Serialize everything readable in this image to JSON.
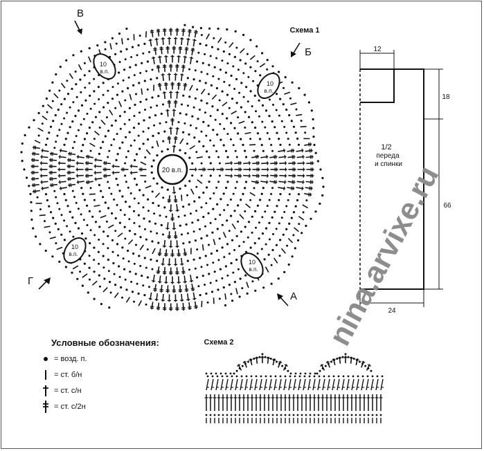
{
  "scheme1": {
    "title": "Схема 1",
    "center_label": "20 в.п.",
    "corner_label": "10 в.п.",
    "corner_label_line1": "10",
    "corner_label_line2": "в.п.",
    "arrow_labels": {
      "top_left": "В",
      "top_right": "Б",
      "bottom_left": "Г",
      "bottom_right": "А"
    }
  },
  "scheme2": {
    "title": "Схема 2"
  },
  "garment": {
    "dim_top": "12",
    "dim_upper_right": "18",
    "dim_lower_right": "66",
    "dim_bottom": "24",
    "label_line1": "1/2",
    "label_line2": "переда",
    "label_line3": "и спинки"
  },
  "legend": {
    "title": "Условные обозначения:",
    "items": [
      {
        "icon": "dot-icon",
        "text": "= возд. п."
      },
      {
        "icon": "stick-icon",
        "text": "= ст. б/н"
      },
      {
        "icon": "single-crossbar-stitch-icon",
        "text": "= ст. с/н"
      },
      {
        "icon": "double-crossbar-stitch-icon",
        "text": "= ст. с/2н"
      }
    ]
  },
  "watermark": "nina.arvixe.ru"
}
